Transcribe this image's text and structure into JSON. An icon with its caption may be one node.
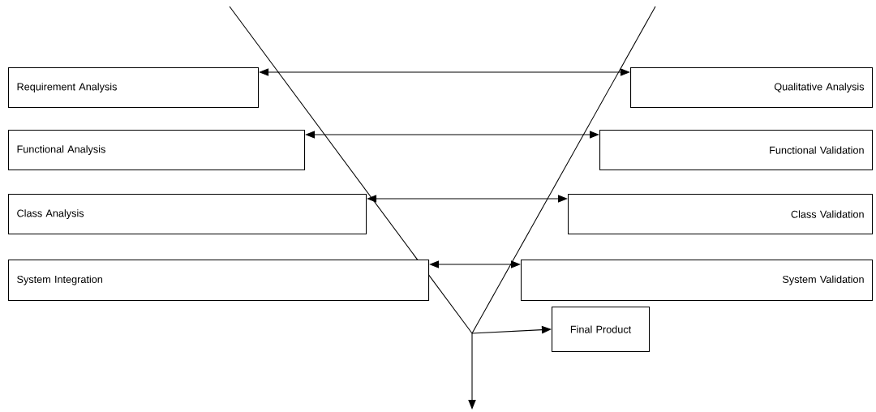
{
  "diagram": {
    "nodes": [
      {
        "text": [
          "Requirement Analysis"
        ]
      },
      {
        "text": [
          "Qualitative Analysis"
        ]
      },
      {
        "text": [
          "Functional Analysis"
        ]
      },
      {
        "text": [
          "Functional Validation"
        ]
      },
      {
        "text": [
          "Class Analysis"
        ]
      },
      {
        "text": [
          "Class Validation"
        ]
      },
      {
        "text": [
          "System Integration"
        ]
      },
      {
        "text": [
          "System Validation"
        ]
      },
      {
        "text": [
          "Final Product"
        ]
      }
    ],
    "edges": [
      {
        "from": 0,
        "to": 1,
        "arrow": "both"
      },
      {
        "from": 2,
        "to": 3,
        "arrow": "both"
      },
      {
        "from": 4,
        "to": 5,
        "arrow": "both"
      },
      {
        "from": 6,
        "to": 7,
        "arrow": "both"
      },
      {
        "from": null,
        "to": 8,
        "arrow": "to"
      }
    ]
  }
}
